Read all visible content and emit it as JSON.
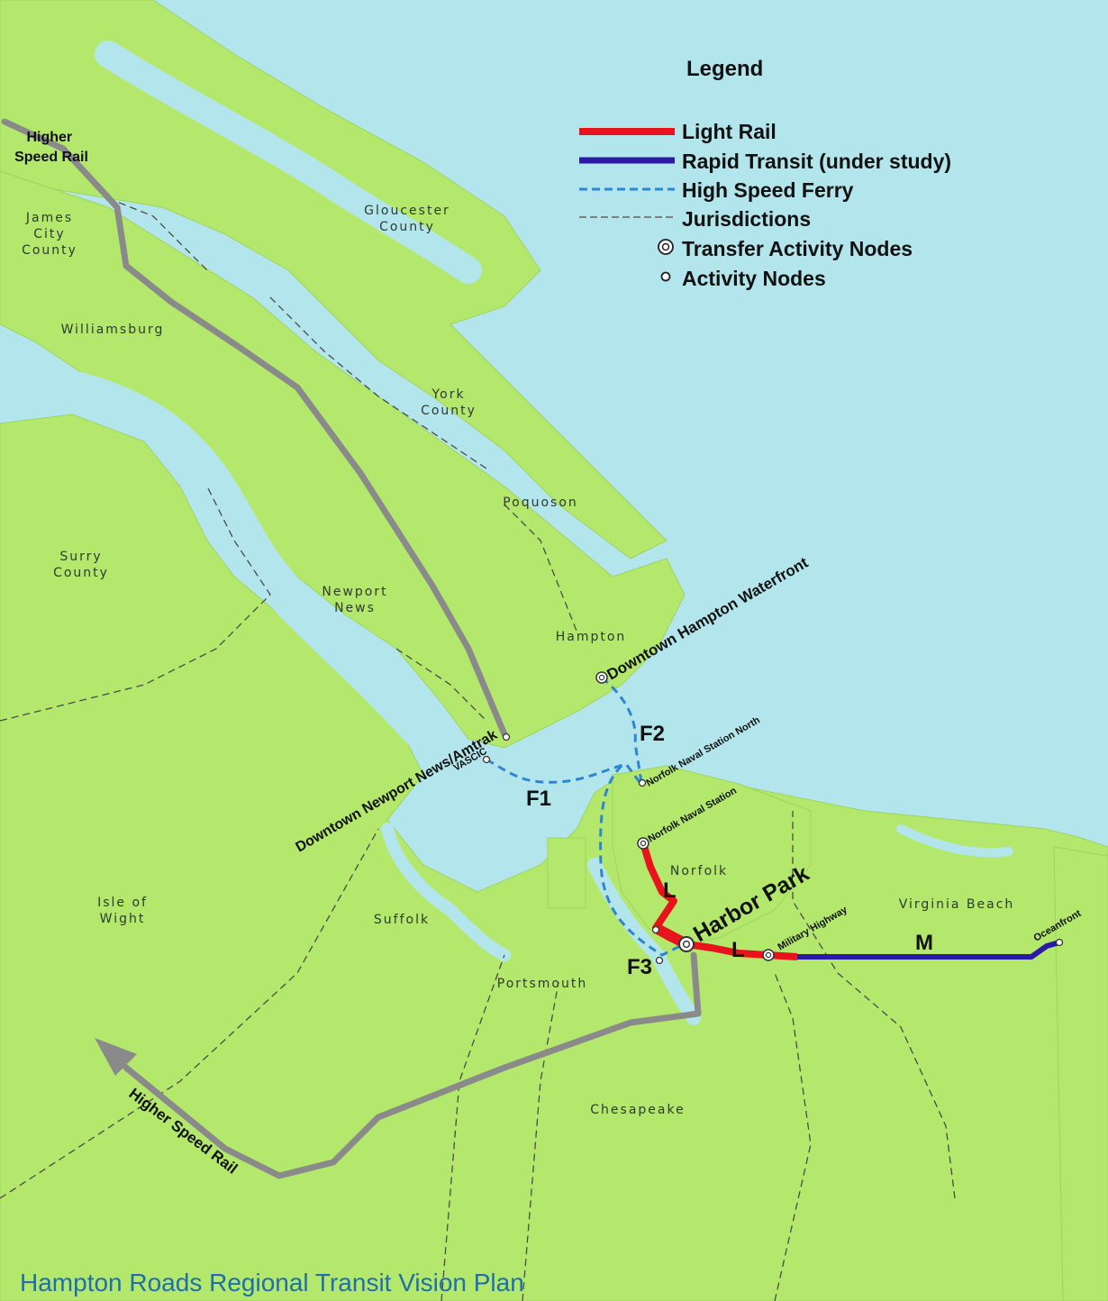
{
  "colors": {
    "water": "#b3e6ec",
    "land": "#b4e86d",
    "light_rail": "#e8141c",
    "rapid_transit": "#2a1aa5",
    "ferry": "#2f86d0",
    "higher_speed_rail": "#8a8a8a",
    "jurisdictions": "#4a4a4a",
    "caption": "#1f6fa8"
  },
  "legend": {
    "title": "Legend",
    "items": [
      {
        "label": "Light Rail",
        "symbol": "solid-red-line"
      },
      {
        "label": "Rapid Transit (under study)",
        "symbol": "solid-blue-line"
      },
      {
        "label": "High Speed Ferry",
        "symbol": "dashed-blue-line"
      },
      {
        "label": "Jurisdictions",
        "symbol": "dashed-black-line"
      },
      {
        "label": "Transfer Activity Nodes",
        "symbol": "double-circle-icon"
      },
      {
        "label": "Activity Nodes",
        "symbol": "circle-icon"
      }
    ]
  },
  "regions": [
    {
      "name": "James City County"
    },
    {
      "name": "Gloucester County"
    },
    {
      "name": "Williamsburg"
    },
    {
      "name": "York County"
    },
    {
      "name": "Poquoson"
    },
    {
      "name": "Surry County"
    },
    {
      "name": "Newport News"
    },
    {
      "name": "Hampton"
    },
    {
      "name": "Norfolk"
    },
    {
      "name": "Virginia Beach"
    },
    {
      "name": "Isle of Wight"
    },
    {
      "name": "Suffolk"
    },
    {
      "name": "Portsmouth"
    },
    {
      "name": "Chesapeake"
    }
  ],
  "nodes": [
    {
      "name": "Downtown Hampton Waterfront",
      "type": "transfer"
    },
    {
      "name": "Norfolk Naval Station North",
      "type": "activity"
    },
    {
      "name": "Norfolk Naval Station",
      "type": "transfer"
    },
    {
      "name": "VASCIC",
      "type": "activity"
    },
    {
      "name": "Downtown Newport News/Amtrak",
      "type": "activity"
    },
    {
      "name": "Harbor Park",
      "type": "transfer"
    },
    {
      "name": "Military Highway",
      "type": "transfer"
    },
    {
      "name": "Oceanfront",
      "type": "activity"
    }
  ],
  "routes": {
    "F1": "F1",
    "F2": "F2",
    "F3": "F3",
    "L": "L",
    "M": "M"
  },
  "higher_speed_rail": {
    "north_label_line1": "Higher",
    "north_label_line2": "Speed Rail",
    "south_label": "Higher Speed Rail"
  },
  "caption": "Hampton Roads Regional Transit Vision Plan"
}
